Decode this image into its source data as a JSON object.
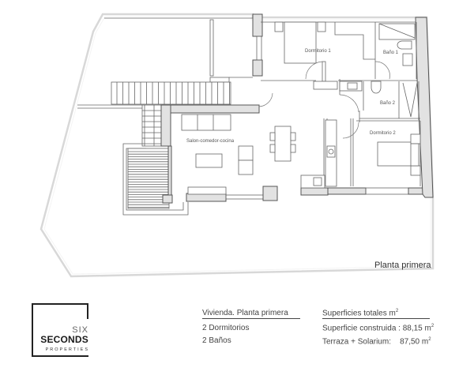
{
  "plan": {
    "title": "Planta primera",
    "rooms": [
      {
        "id": "dormitorio-1",
        "label": "Dormitorio 1"
      },
      {
        "id": "bano-1",
        "label": "Baño 1"
      },
      {
        "id": "bano-2",
        "label": "Baño 2"
      },
      {
        "id": "dormitorio-2",
        "label": "Dormitorio 2"
      },
      {
        "id": "salon",
        "label": "Salon-comedor-cocina"
      }
    ]
  },
  "logo": {
    "line1": "SIX",
    "line2": "SECONDS",
    "line3": "PROPERTIES"
  },
  "vivienda": {
    "header": "Vivienda. Planta primera",
    "rows": [
      "2  Dormitorios",
      "2  Baños"
    ]
  },
  "superficies": {
    "header": "Superficies totales m",
    "header_sup": "2",
    "rows": [
      {
        "label": "Superficie construida : 88,15 m",
        "sup": "2"
      },
      {
        "label": "Terraza + Solarium:    87,50 m",
        "sup": "2"
      }
    ]
  }
}
